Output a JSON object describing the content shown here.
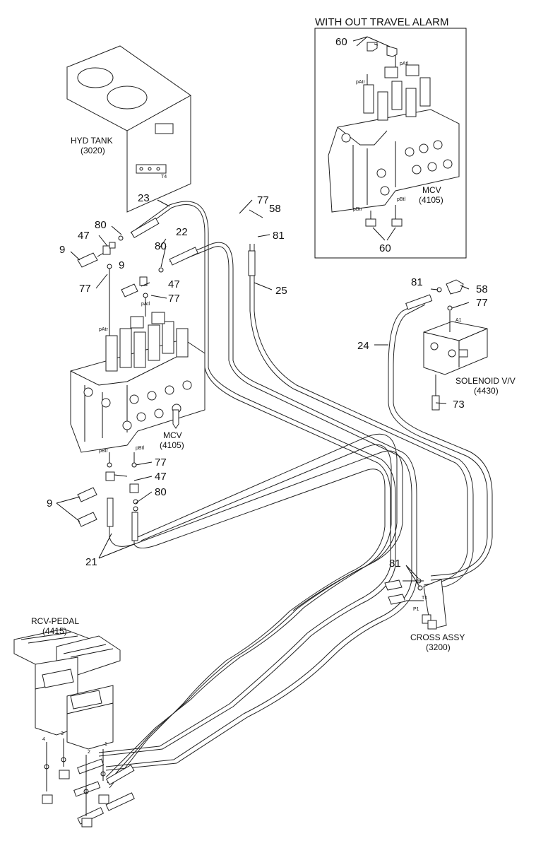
{
  "inset": {
    "title": "WITH OUT TRAVEL ALARM"
  },
  "components": {
    "hyd_tank": {
      "name": "HYD TANK",
      "code": "(3020)"
    },
    "mcv_main": {
      "name": "MCV",
      "code": "(4105)"
    },
    "mcv_inset": {
      "name": "MCV",
      "code": "(4105)"
    },
    "solenoid": {
      "name": "SOLENOID V/V",
      "code": "(4430)"
    },
    "cross": {
      "name": "CROSS ASSY",
      "code": "(3200)"
    },
    "rcv": {
      "name": "RCV-PEDAL",
      "code": "(4415)"
    }
  },
  "port_labels": {
    "t4": "T4",
    "patr": "pAtr",
    "patl": "pAtl",
    "pbtr": "pBtr",
    "pbtl": "pBtl",
    "a1": "A1",
    "t1": "T1",
    "p1": "P1",
    "r1": "1",
    "r2": "2",
    "r3": "3",
    "r4": "4"
  },
  "callouts": {
    "p60": "60",
    "p9": "9",
    "p47": "47",
    "p80": "80",
    "p77": "77",
    "p23": "23",
    "p22": "22",
    "p58": "58",
    "p81": "81",
    "p25": "25",
    "p24": "24",
    "p73": "73",
    "p21": "21"
  },
  "colors": {
    "line": "#111111",
    "background": "#ffffff"
  }
}
